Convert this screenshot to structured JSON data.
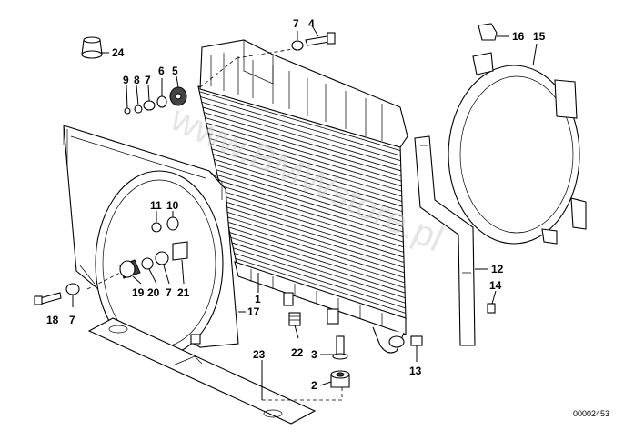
{
  "watermark": "www.BMWstore.pl",
  "part_number": "00002453",
  "callouts": {
    "c1": "1",
    "c2": "2",
    "c3": "3",
    "c4": "4",
    "c5": "5",
    "c6": "6",
    "c7a": "7",
    "c7b": "7",
    "c7c": "7",
    "c7d": "7",
    "c8": "8",
    "c9": "9",
    "c10": "10",
    "c11": "11",
    "c12": "12",
    "c13": "13",
    "c14": "14",
    "c15": "15",
    "c16": "16",
    "c17": "17",
    "c18": "18",
    "c19": "19",
    "c20": "20",
    "c21": "21",
    "c22": "22",
    "c23": "23",
    "c24": "24"
  }
}
